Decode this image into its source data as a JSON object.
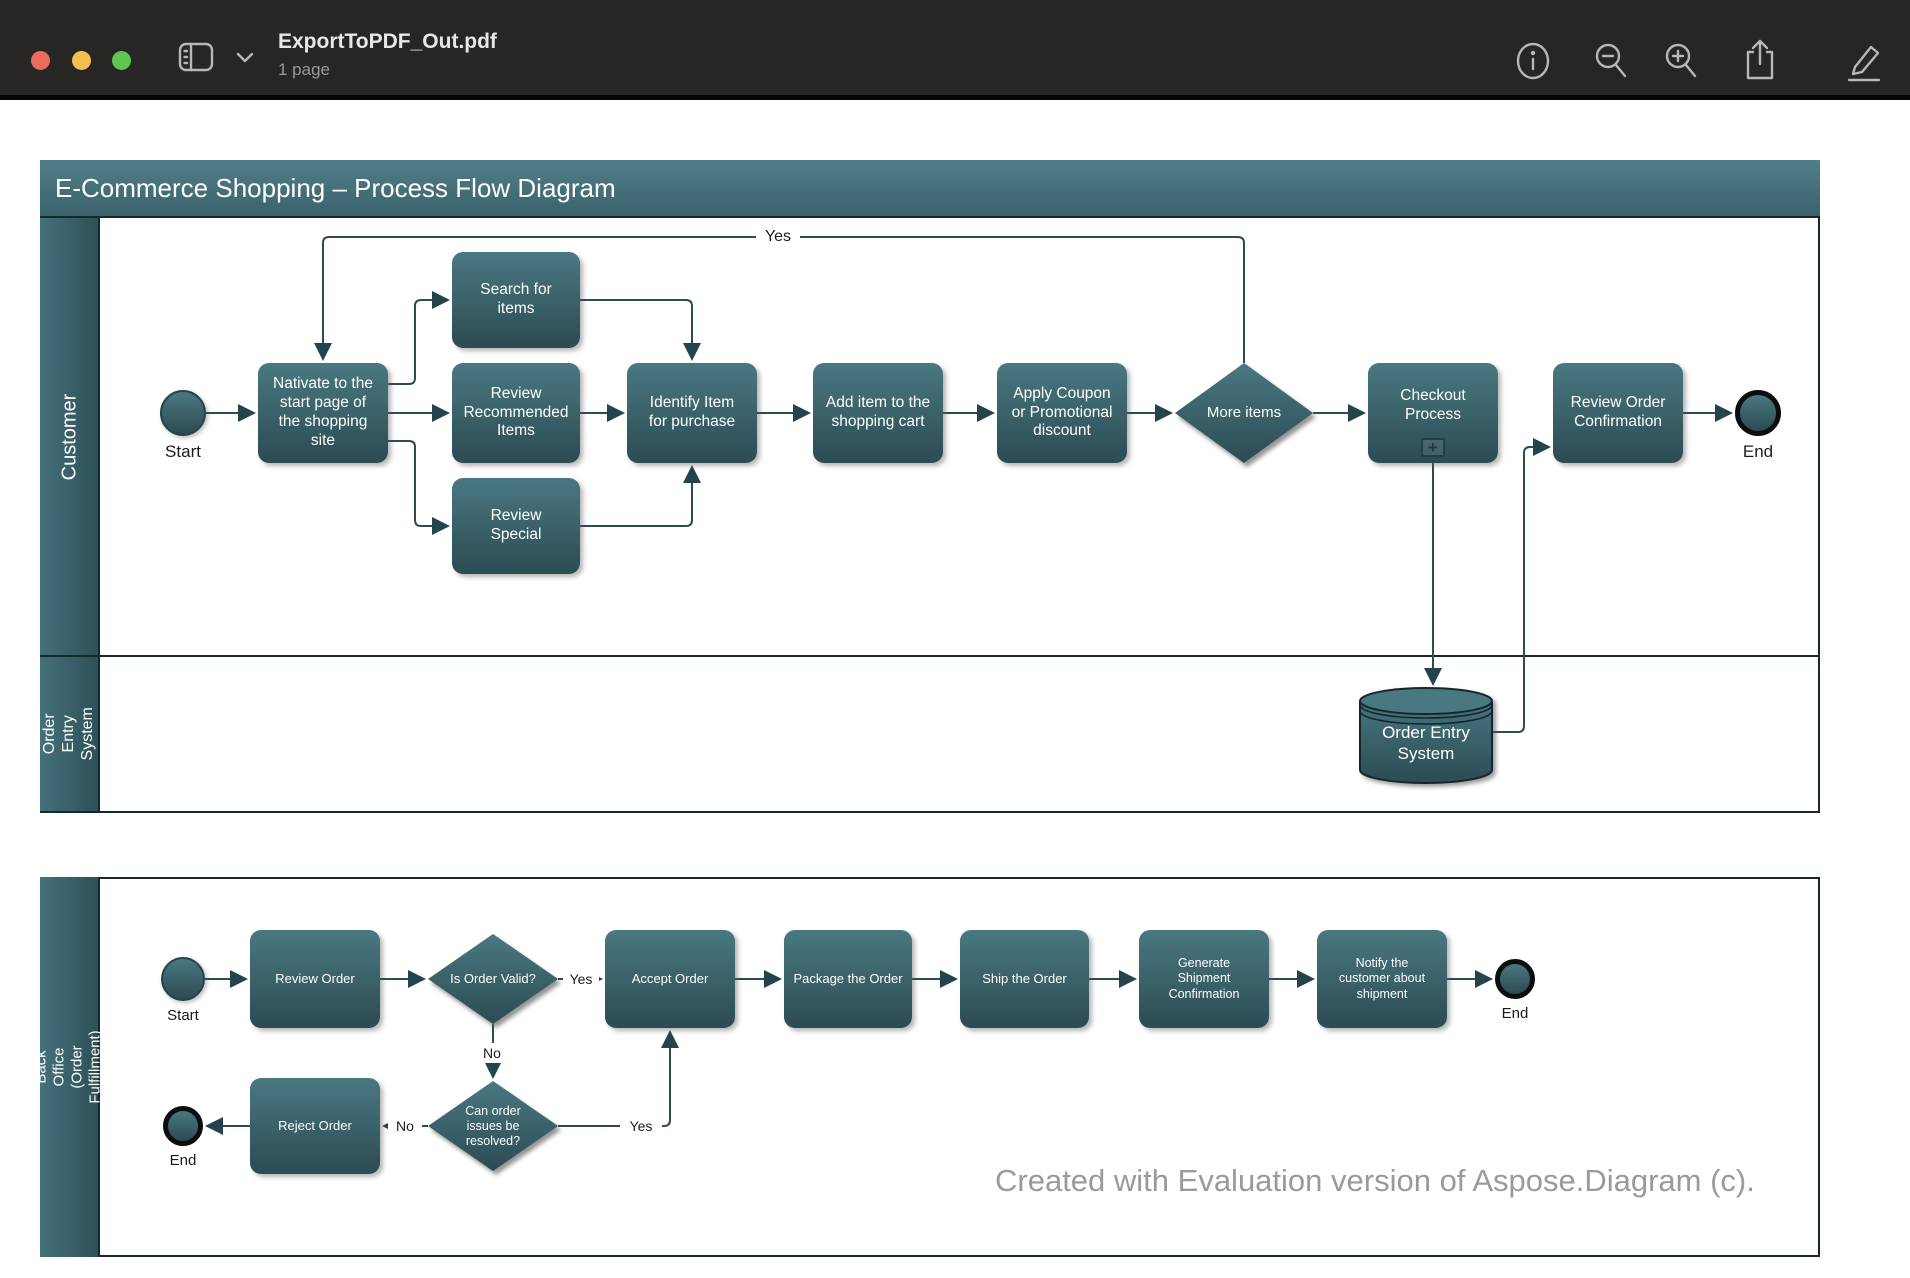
{
  "window": {
    "title": "ExportToPDF_Out.pdf",
    "page_count": "1 page"
  },
  "toolbar": {
    "icons": [
      "sidebar-icon",
      "chevron-down-icon",
      "info-icon",
      "zoom-out-icon",
      "zoom-in-icon",
      "share-icon",
      "markup-pencil-icon"
    ]
  },
  "colors": {
    "shape_teal_top": "#4a7881",
    "shape_teal_bottom": "#2c4b53",
    "wire": "#2c4b52",
    "pool_border": "#17282d",
    "watermark_gray": "#9a9a9a"
  },
  "labels": {
    "start": "Start",
    "end": "End",
    "yes": "Yes",
    "no": "No"
  },
  "pool1": {
    "title": "E-Commerce Shopping – Process Flow Diagram",
    "lane_customer": "Customer",
    "lane_order_entry": "Order Entry\nSystem",
    "nodes": {
      "navigate": "Nativate to the\nstart page of\nthe shopping\nsite",
      "search": "Search for\nitems",
      "recommended": "Review\nRecommended\nItems",
      "special": "Review\nSpecial",
      "identify": "Identify Item\nfor purchase",
      "add_item": "Add item to the\nshopping cart",
      "coupon": "Apply Coupon\nor Promotional\ndiscount",
      "more_items": "More items",
      "checkout": "Checkout\nProcess",
      "checkout_marker": "+",
      "review_confirmation": "Review Order\nConfirmation",
      "datastore": "Order Entry\nSystem"
    }
  },
  "pool2": {
    "lane_back_office": "Back Office (Order Fulfillment)",
    "nodes": {
      "review_order": "Review Order",
      "is_valid": "Is Order Valid?",
      "accept": "Accept Order",
      "package": "Package the Order",
      "ship": "Ship the Order",
      "generate": "Generate\nShipment\nConfirmation",
      "notify": "Notify the\ncustomer about\nshipment",
      "reject": "Reject Order",
      "resolve": "Can order\nissues be\nresolved?"
    }
  },
  "watermark": "Created with Evaluation version of Aspose.Diagram (c)."
}
